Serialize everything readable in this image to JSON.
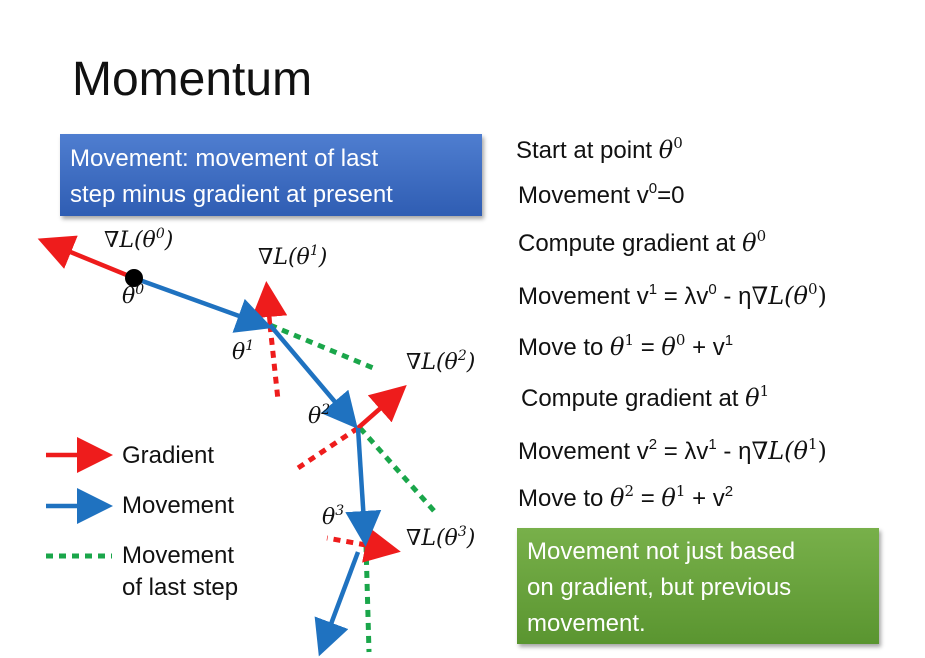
{
  "title": "Momentum",
  "callout_top": {
    "line1": "Movement: movement of last",
    "line2": "step minus gradient at present"
  },
  "steps": {
    "s1": "Start at point",
    "s2": "Movement v",
    "s2_tail": "=0",
    "s3": "Compute gradient at",
    "s4a": "Movement v",
    "s4b": " = λv",
    "s4c": " - η",
    "s5a": "Move to",
    "s5b": " = ",
    "s5c": " + v",
    "s6": "Compute gradient at",
    "s7a": "Movement v",
    "s7b": " = λv",
    "s7c": " - η",
    "s8a": "Move to",
    "s8b": " = ",
    "s8c": " + v"
  },
  "math": {
    "theta": "θ",
    "nablaL": "∇L(θ",
    "close": ")",
    "sup0": "0",
    "sup1": "1",
    "sup2": "2",
    "sup3": "3"
  },
  "callout_bottom": {
    "line1": "Movement not just based",
    "line2": "on gradient, but previous",
    "line3": "movement."
  },
  "legend": {
    "gradient": "Gradient",
    "movement": "Movement",
    "last_line1": "Movement",
    "last_line2": "of last step"
  },
  "colors": {
    "gradient": "#ee1c1c",
    "movement": "#1f72c0",
    "last_step": "#1aa64a",
    "callout_blue": "#3a66bd",
    "callout_green": "#6aa33d"
  }
}
